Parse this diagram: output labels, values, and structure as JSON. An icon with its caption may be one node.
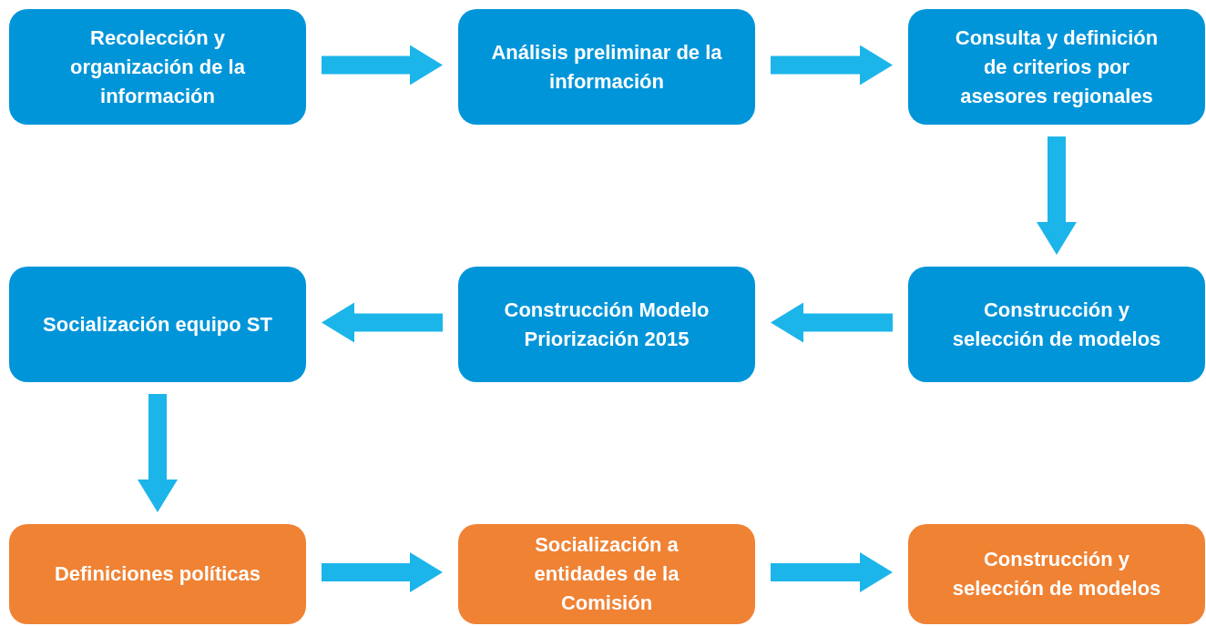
{
  "diagram": {
    "nodes": [
      {
        "text": [
          "Recolección y organización de la información"
        ]
      },
      {
        "text": [
          "Análisis preliminar de la información"
        ]
      },
      {
        "text": [
          "Consulta y definición de criterios por asesores regionales"
        ]
      },
      {
        "text": [
          "Socialización equipo ST"
        ]
      },
      {
        "text": [
          "Construcción Modelo Priorización 2015"
        ]
      },
      {
        "text": [
          "Construcción y selección de modelos"
        ]
      },
      {
        "text": [
          "Definiciones políticas"
        ]
      },
      {
        "text": [
          "Socialización a entidades de la Comisión"
        ]
      },
      {
        "text": [
          "Construcción y selección de modelos"
        ]
      }
    ],
    "edges": [
      {
        "from": 0,
        "to": 1,
        "arrow": "to"
      },
      {
        "from": 1,
        "to": 2,
        "arrow": "to"
      },
      {
        "from": 2,
        "to": 5,
        "arrow": "to"
      },
      {
        "from": 5,
        "to": 4,
        "arrow": "to"
      },
      {
        "from": 4,
        "to": 3,
        "arrow": "to"
      },
      {
        "from": 3,
        "to": 6,
        "arrow": "to"
      },
      {
        "from": 6,
        "to": 7,
        "arrow": "to"
      },
      {
        "from": 7,
        "to": 8,
        "arrow": "to"
      }
    ]
  }
}
